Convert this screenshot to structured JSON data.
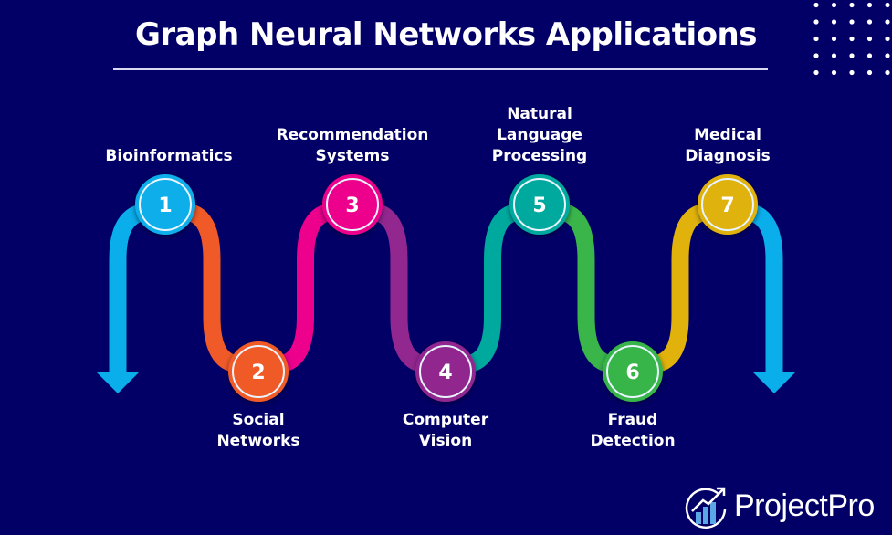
{
  "title": "Graph Neural Networks Applications",
  "colors": {
    "background": "#020066",
    "arrow": "#0aaeea",
    "step1": "#0aaeea",
    "step2": "#f05a28",
    "step3": "#ec008c",
    "step4": "#92278f",
    "step5": "#00a99d",
    "step6": "#39b54a",
    "step7": "#e0b20b"
  },
  "steps": [
    {
      "number": "1",
      "lines": [
        "Bioinformatics"
      ],
      "color": "#0aaeea",
      "position": "top"
    },
    {
      "number": "2",
      "lines": [
        "Social",
        "Networks"
      ],
      "color": "#f05a28",
      "position": "bottom"
    },
    {
      "number": "3",
      "lines": [
        "Recommendation",
        "Systems"
      ],
      "color": "#ec008c",
      "position": "top"
    },
    {
      "number": "4",
      "lines": [
        "Computer",
        "Vision"
      ],
      "color": "#92278f",
      "position": "bottom"
    },
    {
      "number": "5",
      "lines": [
        "Natural",
        "Language",
        "Processing"
      ],
      "color": "#00a99d",
      "position": "top"
    },
    {
      "number": "6",
      "lines": [
        "Fraud",
        "Detection"
      ],
      "color": "#39b54a",
      "position": "bottom"
    },
    {
      "number": "7",
      "lines": [
        "Medical",
        "Diagnosis"
      ],
      "color": "#e0b20b",
      "position": "top"
    }
  ],
  "logo": {
    "text": "ProjectPro",
    "icon": "chart-growth-icon"
  }
}
